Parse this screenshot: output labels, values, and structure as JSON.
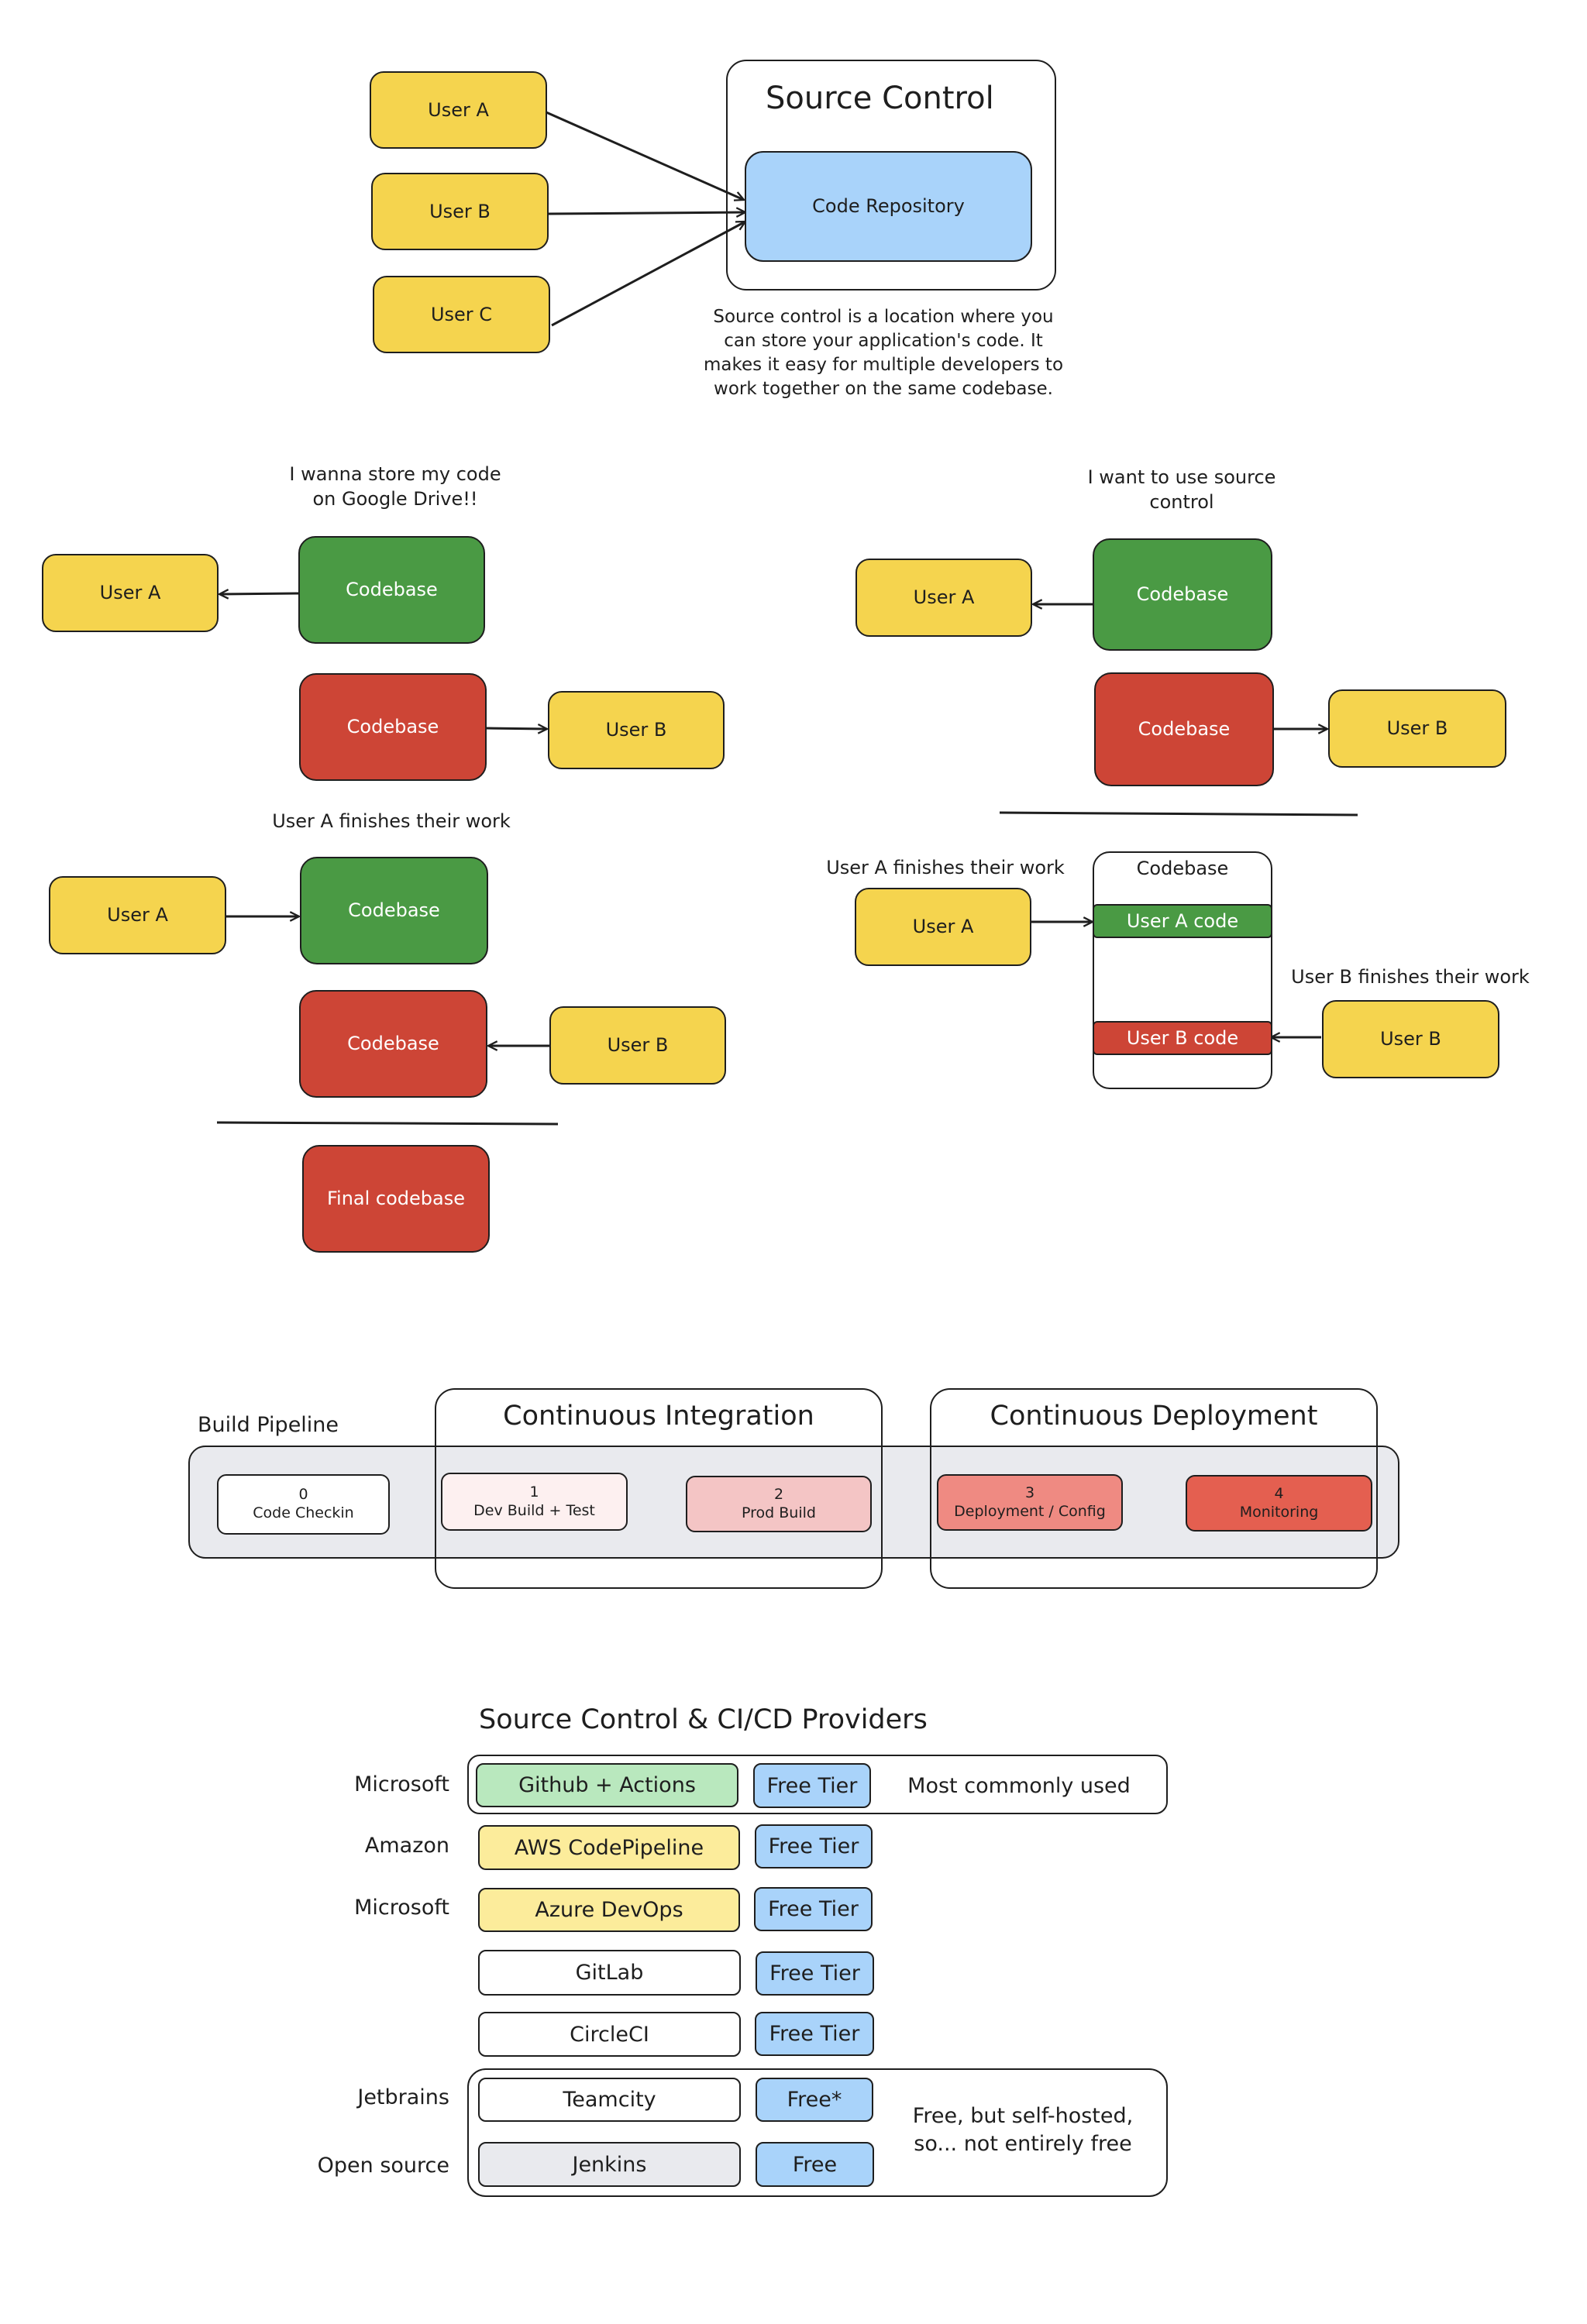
{
  "colors": {
    "user": "#f5d44e",
    "repository": "#a9d3fa",
    "codebase_a": "#4a9a44",
    "codebase_b": "#cd4536",
    "pipeline_bg": "#e9eaee",
    "provider_green": "#b9e8be",
    "provider_yellow": "#fcec9b",
    "provider_gray": "#e9eaee",
    "tier_blue": "#a9d3fa"
  },
  "intro": {
    "title": "Source Control",
    "repository": "Code Repository",
    "users": [
      "User A",
      "User B",
      "User C"
    ],
    "description": "Source control is a location where you can store your application's code. It makes it easy for multiple developers to work together on the same codebase."
  },
  "drive_scenario": {
    "caption": "I wanna store my code on Google Drive!!",
    "user_a": "User A",
    "user_b": "User B",
    "codebase_1": "Codebase",
    "codebase_2": "Codebase",
    "finish_caption": "User A finishes their work",
    "user_a_2": "User A",
    "user_b_2": "User B",
    "codebase_3": "Codebase",
    "codebase_4": "Codebase",
    "final": "Final codebase"
  },
  "sc_scenario": {
    "caption": "I want to use source control",
    "user_a": "User A",
    "user_b": "User B",
    "codebase_1": "Codebase",
    "codebase_2": "Codebase",
    "finish_a_caption": "User A finishes their work",
    "finish_b_caption": "User B finishes their work",
    "user_a_2": "User A",
    "user_b_2": "User B",
    "shared_title": "Codebase",
    "user_a_code": "User A code",
    "user_b_code": "User B code"
  },
  "pipeline": {
    "label": "Build Pipeline",
    "ci_title": "Continuous Integration",
    "cd_title": "Continuous Deployment",
    "stages": [
      {
        "num": "0",
        "name": "Code Checkin",
        "color": "#ffffff"
      },
      {
        "num": "1",
        "name": "Dev Build + Test",
        "color": "#fdf0f0"
      },
      {
        "num": "2",
        "name": "Prod Build",
        "color": "#f4c5c5"
      },
      {
        "num": "3",
        "name": "Deployment / Config",
        "color": "#ef8a82"
      },
      {
        "num": "4",
        "name": "Monitoring",
        "color": "#e45f50"
      }
    ]
  },
  "providers": {
    "title": "Source Control & CI/CD Providers",
    "rows": [
      {
        "company": "Microsoft",
        "name": "Github + Actions",
        "tier": "Free Tier",
        "fill": "#b9e8be"
      },
      {
        "company": "Amazon",
        "name": "AWS CodePipeline",
        "tier": "Free Tier",
        "fill": "#fcec9b"
      },
      {
        "company": "Microsoft",
        "name": "Azure DevOps",
        "tier": "Free Tier",
        "fill": "#fcec9b"
      },
      {
        "company": "",
        "name": "GitLab",
        "tier": "Free Tier",
        "fill": "#ffffff"
      },
      {
        "company": "",
        "name": "CircleCI",
        "tier": "Free Tier",
        "fill": "#ffffff"
      },
      {
        "company": "Jetbrains",
        "name": "Teamcity",
        "tier": "Free*",
        "fill": "#ffffff"
      },
      {
        "company": "Open source",
        "name": "Jenkins",
        "tier": "Free",
        "fill": "#e9eaee"
      }
    ],
    "note_common": "Most commonly used",
    "note_selfhosted": "Free, but self-hosted, so... not entirely free"
  }
}
